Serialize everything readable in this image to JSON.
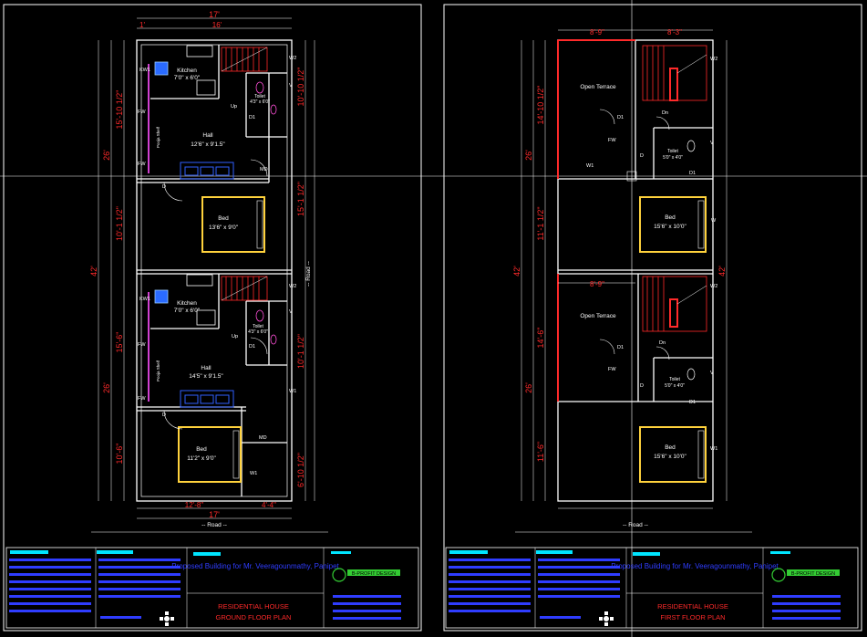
{
  "colors": {
    "background": "#000000",
    "wall": "#ffffff",
    "dimension": "#ff2020",
    "frame": "#ffffff",
    "road": "#ffffff",
    "furniture_blue": "#3060ff",
    "bed_frame": "#ffd23c",
    "window_magenta": "#d040d0",
    "cyan_bar": "#00e5ff",
    "blue_bar": "#2f3dff",
    "stair_red": "#ff2a2a"
  },
  "ground_floor": {
    "top_dims": {
      "overall": "17'",
      "left": "1'",
      "right": "16'"
    },
    "bottom_dims": {
      "overall": "17'",
      "left": "12'-8\"",
      "right": "4'-4\""
    },
    "side_overall": "42'",
    "left_dims": [
      "15'-10 1/2\"",
      "10'-1 1/2\"",
      "15'-6\"",
      "10'-6\""
    ],
    "left_big": [
      "26'",
      "26'"
    ],
    "right_dims": [
      "10'-10 1/2\"",
      "15'-1 1/2\"",
      "10'-1 1/2\"",
      "6'-10 1/2\""
    ],
    "road_side": "-- Road --",
    "road_bottom": "-- Road --",
    "unit1": {
      "kitchen_label": "Kitchen",
      "kitchen_size": "7'0\" x 6'0\"",
      "hall_label": "Hall",
      "hall_size": "12'6\" x 9'1.5\"",
      "bed_label": "Bed",
      "bed_size": "13'6\" x 9'0\"",
      "toilet_label": "Toilet",
      "toilet_size": "4'3\" x 6'0\"",
      "kw1": "KW1",
      "fw1": "FW",
      "fw2": "FW",
      "pooja": "Pooja Shelf",
      "w2": "W2",
      "v": "V",
      "d1": "D1",
      "d": "D",
      "md": "MD",
      "up": "Up"
    },
    "unit2": {
      "kitchen_label": "Kitchen",
      "kitchen_size": "7'0\" x 6'0\"",
      "hall_label": "Hall",
      "hall_size": "14'5\" x 9'1.5\"",
      "bed_label": "Bed",
      "bed_size": "11'2\" x 9'0\"",
      "toilet_label": "Toilet",
      "toilet_size": "4'3\" x 6'0\"",
      "kw1": "KW1",
      "fw1": "FW",
      "fw2": "FW",
      "pooja": "Pooja Shelf",
      "w2": "W2",
      "v": "V",
      "d1": "D1",
      "d": "D",
      "md": "MD",
      "w1": "W1",
      "w1b": "W1",
      "up": "Up"
    }
  },
  "first_floor": {
    "top_dims": {
      "left": "8'-9\"",
      "right": "8'-3\""
    },
    "mid_dim": "8'-9\"",
    "side_overall": "42'",
    "left_dims": [
      "14'-10 1/2\"",
      "11'-1 1/2\"",
      "14'-6\"",
      "11'-6\""
    ],
    "left_big": [
      "26'",
      "26'"
    ],
    "right_dim": "42'",
    "road_bottom": "-- Road --",
    "upper": {
      "terrace": "Open Terrace",
      "w1": "W1",
      "d1": "D1",
      "fw": "FW",
      "dn": "Dn",
      "toilet_label": "Toilet",
      "toilet_size": "5'0\" x 4'0\"",
      "v": "V",
      "d": "D",
      "bed_label": "Bed",
      "bed_size": "15'6\" x 10'0\"",
      "w": "W",
      "w2": "W2",
      "d1b": "D1"
    },
    "lower": {
      "terrace": "Open Terrace",
      "d1": "D1",
      "fw": "FW",
      "dn": "Dn",
      "toilet_label": "Toilet",
      "toilet_size": "5'0\" x 4'0\"",
      "v": "V",
      "d": "D",
      "bed_label": "Bed",
      "bed_size": "15'6\" x 10'0\"",
      "w1": "W1",
      "w2": "W2",
      "d1b": "D1"
    }
  },
  "title_blocks": [
    {
      "project": "Proposed Building for Mr. Veeragounmathy, Panipet",
      "drawing_type": "RESIDENTIAL HOUSE",
      "drawing_name": "GROUND FLOOR PLAN",
      "logo": "B-PROFIT DESIGN"
    },
    {
      "project": "Proposed Building for Mr. Veeragounmathy, Panipet",
      "drawing_type": "RESIDENTIAL HOUSE",
      "drawing_name": "FIRST FLOOR PLAN",
      "logo": "B-PROFIT DESIGN"
    }
  ]
}
